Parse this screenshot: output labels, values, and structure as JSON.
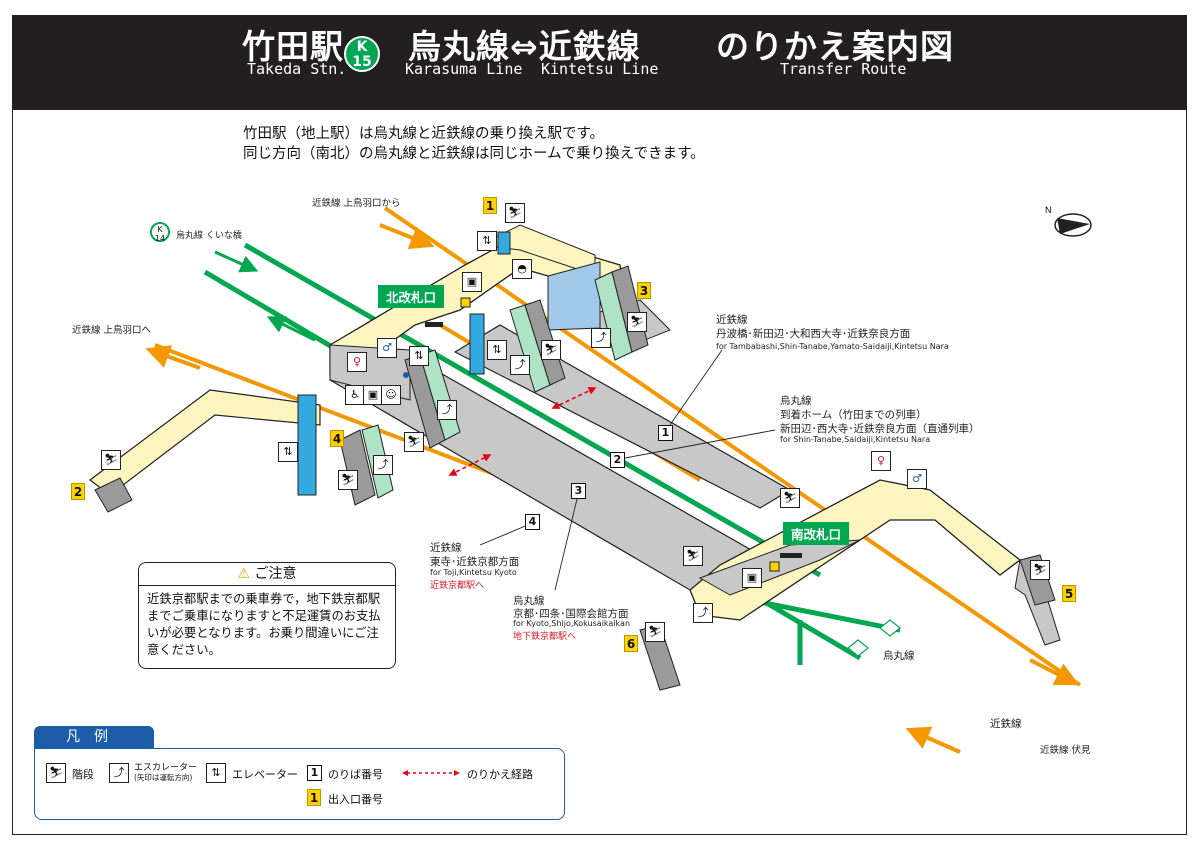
{
  "header": {
    "station_jp": "竹田駅",
    "station_code_letter": "K",
    "station_code_num": "15",
    "lines_jp": "烏丸線⇔近鉄線",
    "title_jp": "のりかえ案内図",
    "station_en": "Takeda Stn.",
    "karasuma_en": "Karasuma Line",
    "kintetsu_en": "Kintetsu Line",
    "title_en": "Transfer Route"
  },
  "intro": {
    "line1": "竹田駅（地上駅）は烏丸線と近鉄線の乗り換え駅です。",
    "line2": "同じ方向（南北）の烏丸線と近鉄線は同じホームで乗り換えできます。"
  },
  "map": {
    "kintetsu_from_kamitobaguchi": "近鉄線 上鳥羽口から",
    "kuina_code_letter": "K",
    "kuina_code_num": "14",
    "karasuma_kuinabashi": "烏丸線 くいな橋",
    "kintetsu_to_kamitobaguchi": "近鉄線 上鳥羽口へ",
    "north_gate": "北改札口",
    "south_gate": "南改札口",
    "exits": [
      "1",
      "2",
      "3",
      "4",
      "5",
      "6"
    ],
    "platforms": [
      "1",
      "2",
      "3",
      "4"
    ],
    "p1_line": "近鉄線",
    "p1_dest": "丹波橋･新田辺･大和西大寺･近鉄奈良方面",
    "p1_en": "for Tambabashi,Shin-Tanabe,Yamato-Saidaiji,Kintetsu Nara",
    "p2_line": "烏丸線",
    "p2_arr": "到着ホーム（竹田までの列車）",
    "p2_dest": "新田辺･西大寺･近鉄奈良方面（直通列車）",
    "p2_en": "for Shin-Tanabe,Saidaiji,Kintetsu Nara",
    "p4_line": "近鉄線",
    "p4_dest": "東寺･近鉄京都方面",
    "p4_en": "for Toji,Kintetsu Kyoto",
    "p4_red": "近鉄京都駅へ",
    "p3_line": "烏丸線",
    "p3_dest": "京都･四条･国際会館方面",
    "p3_en": "for Kyoto,Shijo,Kokusaikaikan",
    "p3_red": "地下鉄京都駅へ",
    "karasuma_depot": "烏丸線",
    "kintetsu_south": "近鉄線",
    "kintetsu_fushimi": "近鉄線 伏見"
  },
  "notice": {
    "title": "ご注意",
    "body": "近鉄京都駅までの乗車券で，地下鉄京都駅までご乗車になりますと不足運賃のお支払いが必要となります。お乗り間違いにご注意ください。"
  },
  "legend": {
    "title": "凡例",
    "stairs": "階段",
    "escalator": "エスカレーター",
    "escalator_note": "(矢印は運転方向)",
    "elevator": "エレベーター",
    "platform_num_sample": "1",
    "platform_num": "のりば番号",
    "transfer_route": "のりかえ経路",
    "exit_num_sample": "1",
    "exit_num": "出入口番号"
  },
  "colors": {
    "header_bg": "#231f20",
    "karasuma_green": "#00a650",
    "kintetsu_orange": "#f39800",
    "concourse_yellow": "#fdf5c0",
    "platform_gray": "#c8c8c8",
    "exit_yellow": "#ffd200",
    "elevator_blue": "#33a9e0",
    "legend_blue": "#1d5ca8",
    "transfer_red": "#e60012"
  }
}
